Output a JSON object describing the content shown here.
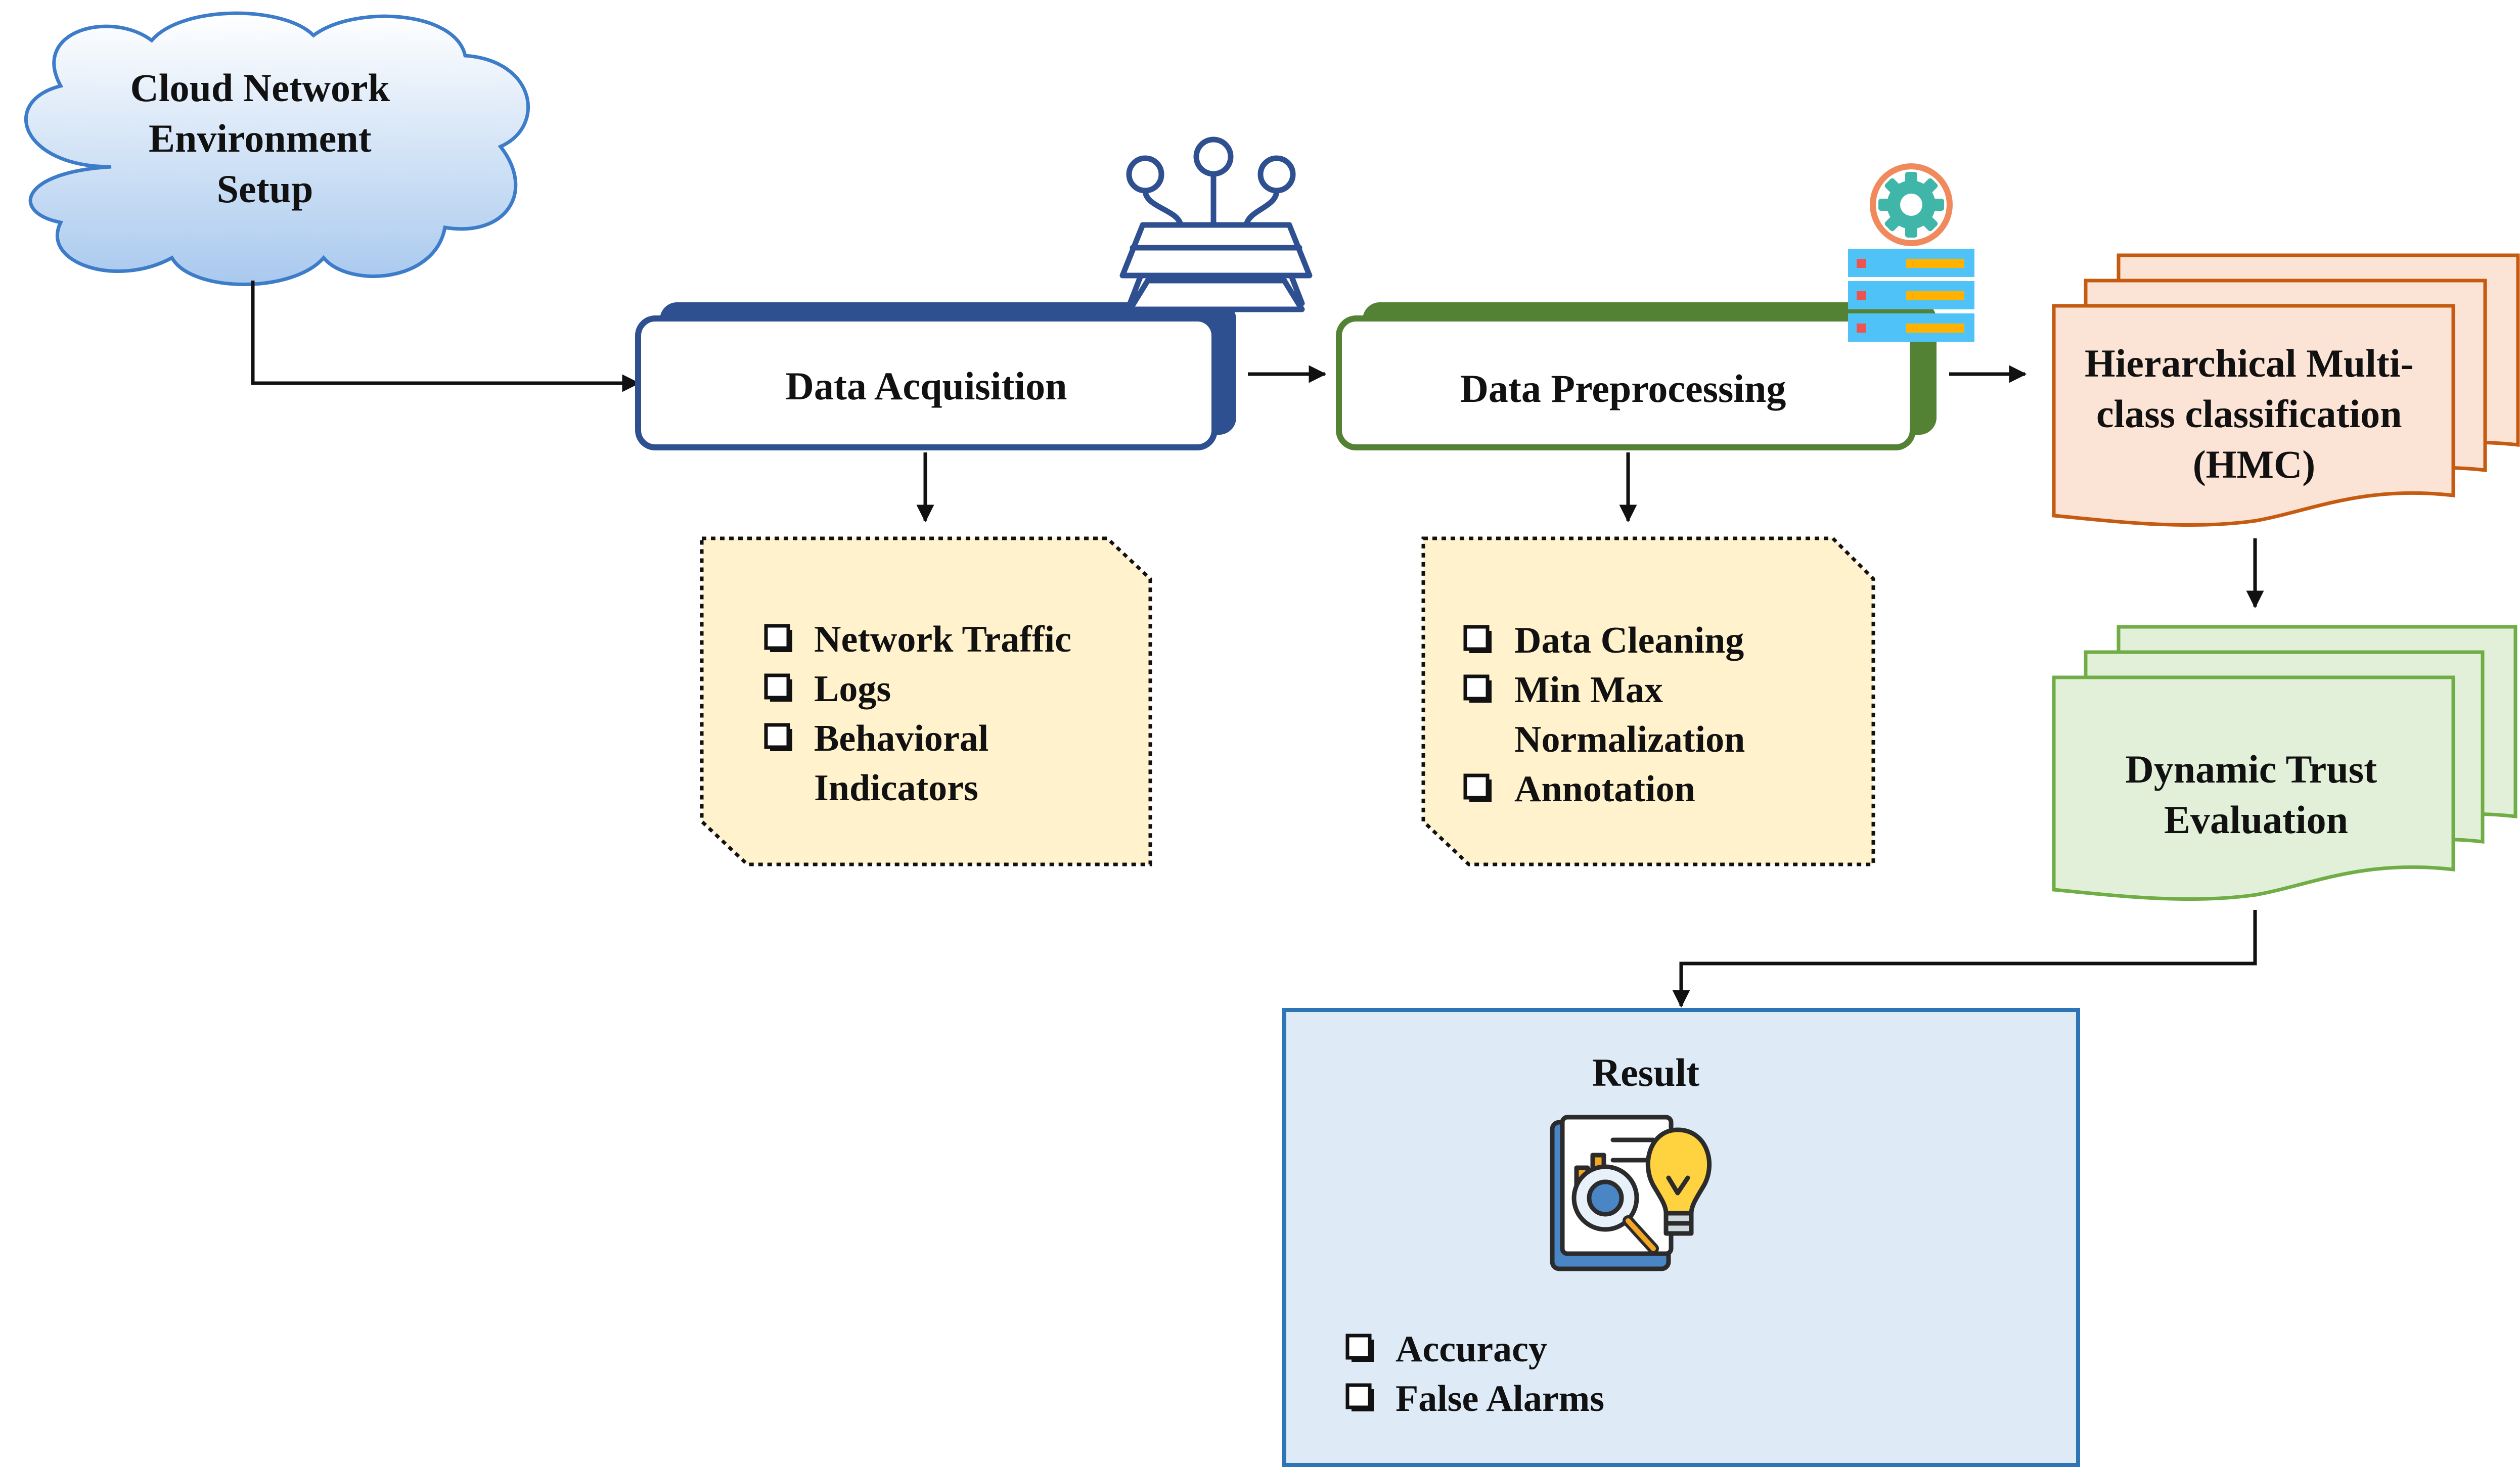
{
  "cloud": {
    "lines": [
      "Cloud Network",
      "Environment",
      "Setup"
    ]
  },
  "acquisition": {
    "title": "Data Acquisition",
    "items": [
      {
        "lines": [
          "Network Traffic"
        ]
      },
      {
        "lines": [
          "Logs"
        ]
      },
      {
        "lines": [
          "Behavioral",
          "Indicators"
        ]
      }
    ]
  },
  "preprocessing": {
    "title": "Data Preprocessing",
    "items": [
      {
        "lines": [
          "Data Cleaning"
        ]
      },
      {
        "lines": [
          "Min Max",
          "Normalization"
        ]
      },
      {
        "lines": [
          "Annotation"
        ]
      }
    ]
  },
  "hmc": {
    "lines": [
      "Hierarchical Multi-",
      "class classification",
      "(HMC)"
    ]
  },
  "trust": {
    "lines": [
      "Dynamic Trust",
      "Evaluation"
    ]
  },
  "result": {
    "title": "Result",
    "items": [
      "Accuracy",
      "False Alarms"
    ]
  },
  "colors": {
    "cloud_fill": "#c5dcf5",
    "cloud_stroke": "#3d7cc9",
    "acq_stroke": "#2e5090",
    "pre_stroke": "#548235",
    "note_fill": "#fff2cc",
    "hmc_fill": "#fbe3d6",
    "hmc_stroke": "#c55a11",
    "trust_fill": "#e2f0d9",
    "trust_stroke": "#70ad47",
    "result_fill": "#deebf7",
    "result_stroke": "#2e75b6"
  },
  "icons": {
    "network": "network-stack-icon",
    "server": "server-gear-icon",
    "result": "report-analysis-bulb-icon",
    "checkbox": "checkbox-icon"
  }
}
